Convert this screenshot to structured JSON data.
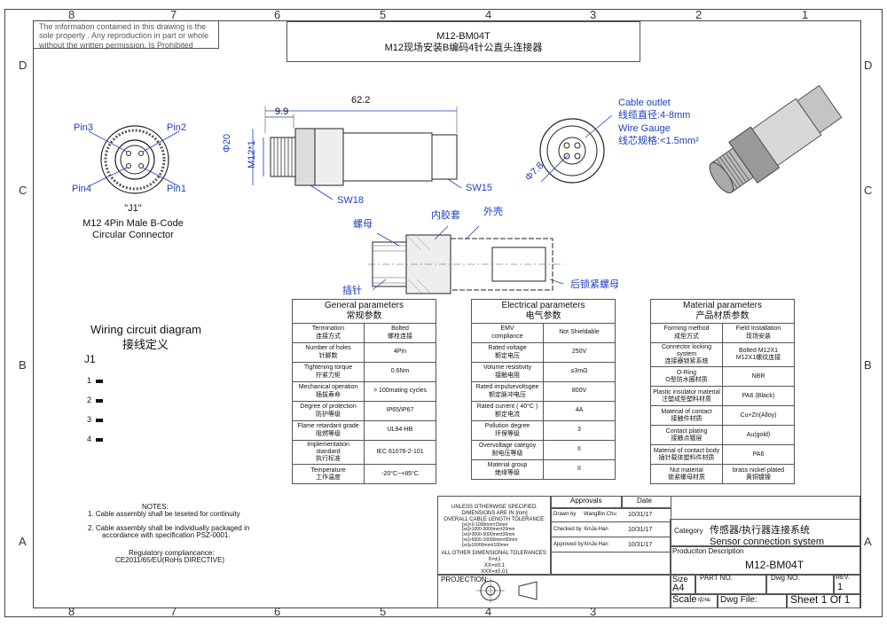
{
  "zones": {
    "top": [
      "8",
      "7",
      "6",
      "5",
      "4",
      "3",
      "2",
      "1"
    ],
    "side": [
      "D",
      "C",
      "B",
      "A"
    ]
  },
  "notice": "The information contained in this drawing is the sole property . Any reproduction in part or whole without the written permission. Is Prohibited",
  "title": {
    "code": "M12-BM04T",
    "cn": "M12现场安装B编码4针公直头连接器"
  },
  "front_view": {
    "pins": [
      "Pin3",
      "Pin2",
      "Pin4",
      "Pin1"
    ],
    "label": "\"J1\"",
    "desc_1": "M12 4Pin Male B-Code",
    "desc_2": "Circular Connector"
  },
  "dims": {
    "length": "62.2",
    "thread_len": "9.9",
    "diameter": "Φ20",
    "thread": "M12*1",
    "sw1": "SW18",
    "sw2": "SW15",
    "outlet": "Φ7.8"
  },
  "cable": [
    "Cable outlet",
    "线缆直径:4-8mm",
    "Wire Gauge",
    "线芯规格:<1.5mm²"
  ],
  "section_labels": {
    "nut": "螺母",
    "inner": "内胶套",
    "shell": "外壳",
    "pin": "插针",
    "back_nut": "后锁紧螺母"
  },
  "wiring": {
    "title_en": "Wiring circuit diagram",
    "title_cn": "接线定义",
    "connector": "J1",
    "pins": [
      "1",
      "2",
      "3",
      "4"
    ]
  },
  "general": {
    "title_en": "General parameters",
    "title_cn": "常规参数",
    "rows": [
      {
        "k_en": "Termination",
        "k_cn": "连接方式",
        "v_en": "Bolted",
        "v_cn": "螺栓连接"
      },
      {
        "k_en": "Number of holes",
        "k_cn": "针脚数",
        "v_en": "4Pin",
        "v_cn": ""
      },
      {
        "k_en": "Tightening torque",
        "k_cn": "拧紧力矩",
        "v_en": "0.6Nm",
        "v_cn": ""
      },
      {
        "k_en": "Mechanical operation",
        "k_cn": "插拔寿命",
        "v_en": "> 100mating cycles",
        "v_cn": ""
      },
      {
        "k_en": "Degree of protection",
        "k_cn": "防护等级",
        "v_en": "IP65/IP67",
        "v_cn": ""
      },
      {
        "k_en": "Flame retardant grade",
        "k_cn": "阻燃等级",
        "v_en": "UL94-HB",
        "v_cn": ""
      },
      {
        "k_en": "Implementation standard",
        "k_cn": "执行标准",
        "v_en": "IEC 61076-2-101",
        "v_cn": ""
      },
      {
        "k_en": "Temperature",
        "k_cn": "工作温度",
        "v_en": "-20°C~+85°C",
        "v_cn": ""
      }
    ]
  },
  "electrical": {
    "title_en": "Electrical parameters",
    "title_cn": "电气参数",
    "rows": [
      {
        "k_en": "EMV",
        "k_cn": "compliance",
        "v_en": "Not Shieldable",
        "v_cn": ""
      },
      {
        "k_en": "Rated voltage",
        "k_cn": "额定电压",
        "v_en": "250V",
        "v_cn": ""
      },
      {
        "k_en": "Volume resistivity",
        "k_cn": "接触电阻",
        "v_en": "≤3mΩ",
        "v_cn": ""
      },
      {
        "k_en": "Rated impulsevoltsgee",
        "k_cn": "额定脉冲电压",
        "v_en": "800V",
        "v_cn": ""
      },
      {
        "k_en": "Rated current ( 40°C )",
        "k_cn": "额定电流",
        "v_en": "4A",
        "v_cn": ""
      },
      {
        "k_en": "Pollution degree",
        "k_cn": "环保等级",
        "v_en": "3",
        "v_cn": ""
      },
      {
        "k_en": "Overvoltage categoy",
        "k_cn": "耐电压等级",
        "v_en": "II",
        "v_cn": ""
      },
      {
        "k_en": "Material group",
        "k_cn": "绝缘等级",
        "v_en": "II",
        "v_cn": ""
      }
    ]
  },
  "material": {
    "title_en": "Material parameters",
    "title_cn": "产品材质参数",
    "rows": [
      {
        "k_en": "Forming method",
        "k_cn": "成型方式",
        "v_en": "Field Installation",
        "v_cn": "现场安装"
      },
      {
        "k_en": "Connector locking system",
        "k_cn": "连接器锁紧系统",
        "v_en": "Bolted M12X1",
        "v_cn": "M12X1螺纹连接"
      },
      {
        "k_en": "O-Ring",
        "k_cn": "O型防水圈材质",
        "v_en": "NBR",
        "v_cn": ""
      },
      {
        "k_en": "Plastic insulator material",
        "k_cn": "注塑成型塑料材质",
        "v_en": "PA6 (Black)",
        "v_cn": ""
      },
      {
        "k_en": "Material of contact",
        "k_cn": "接触件材质",
        "v_en": "Cu+Zn(Alloy)",
        "v_cn": ""
      },
      {
        "k_en": "Contact plating",
        "k_cn": "接触点镀层",
        "v_en": "Au(gold)",
        "v_cn": ""
      },
      {
        "k_en": "Material of contact body",
        "k_cn": "插针载体塑料件材质",
        "v_en": "PA6",
        "v_cn": ""
      },
      {
        "k_en": "Nut material",
        "k_cn": "锁紧螺母材质",
        "v_en": "brass nickel plated",
        "v_cn": "黄铜镀镍"
      }
    ]
  },
  "notes": {
    "title": "NOTES:",
    "n1": "1. Cable assembly shall be teseted for continuity",
    "n2a": "2. Cable assembly shall be individually packaged in",
    "n2b": "accordance with  specification PSZ-0001.",
    "reg_title": "Regulatory compliancance:",
    "reg": "CE2011/65/EU(RoHs DIRECTIVE)"
  },
  "tolerance": {
    "l1": "UNLESS OTHERWISE SPECIFIED.",
    "l2": "DIMENSIONS ARE IN [mm]",
    "l3": "OVERALL CABLE LENGTH TOLERANCE:",
    "r1": "[xx]<0-1000mm±15mm",
    "r2": "[xx]>1000-3000mm±20mm",
    "r3": "[xx]>3000-5000mm±30mm",
    "r4": "[xx]>5000-10000mm±50mm",
    "r5": "[xx]≥10000mm±100mm",
    "o1": "ALL OTHER DIMENSIONAL TOLERANCES:",
    "o2": "X=±1",
    "o3": "XX=±0.1",
    "o4": "XXX=±0.01",
    "projection": "PROJECTION:"
  },
  "approvals": {
    "head": "Approvals",
    "date_head": "Date",
    "rows": [
      {
        "role": "Drawn by",
        "name": "WangBin.Chu",
        "date": "10/31/17"
      },
      {
        "role": "Checked by",
        "name": "XinJe.Han",
        "date": "10/31/17"
      },
      {
        "role": "Approved by",
        "name": "XinJe.Han",
        "date": "10/31/17"
      }
    ]
  },
  "titleblock": {
    "category_label": "Category",
    "category_cn": "传感器/执行器连接系统",
    "category_en": "Sensor connection system",
    "prod_label": "Produciton Description",
    "prod": "M12-BM04T",
    "size_label": "Size",
    "size": "A4",
    "part_label": "PART NO.",
    "dwg_label": "Dwg NO.",
    "rev_label": "REV.",
    "rev": "1",
    "scale_label": "Scale :",
    "scale": "NONE",
    "dwgfile_label": "Dwg File:",
    "sheet": "Sheet 1 Of 1"
  }
}
